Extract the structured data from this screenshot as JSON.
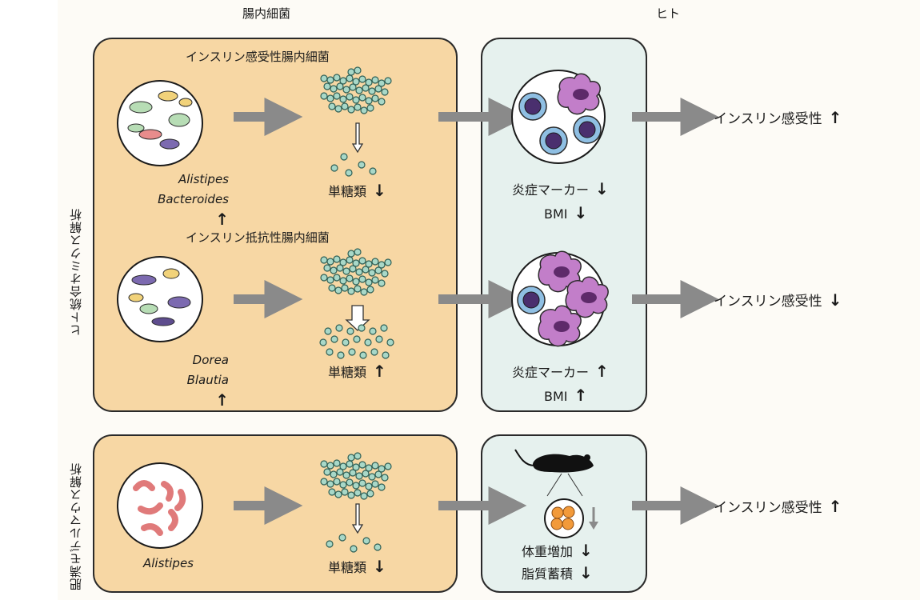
{
  "headers": {
    "gut_bacteria": "腸内細菌",
    "human": "ヒト"
  },
  "side_labels": {
    "human_omics": "ヒト統合オミクス解析",
    "mouse_model": "肥満モデルマウス解析"
  },
  "rows": [
    {
      "subtitle": "インスリン感受性腸内細菌",
      "taxa": [
        "Alistipes",
        "Bacteroides"
      ],
      "taxa_trend": "up",
      "monosaccharide": "単糖類",
      "monosaccharide_trend": "down",
      "markers": [
        {
          "text": "炎症マーカー",
          "trend": "down"
        },
        {
          "text": "BMI",
          "trend": "down"
        }
      ],
      "outcome": {
        "text": "インスリン感受性",
        "trend": "up"
      }
    },
    {
      "subtitle": "インスリン抵抗性腸内細菌",
      "taxa": [
        "Dorea",
        "Blautia"
      ],
      "taxa_trend": "up",
      "monosaccharide": "単糖類",
      "monosaccharide_trend": "up",
      "markers": [
        {
          "text": "炎症マーカー",
          "trend": "up"
        },
        {
          "text": "BMI",
          "trend": "up"
        }
      ],
      "outcome": {
        "text": "インスリン感受性",
        "trend": "down"
      }
    },
    {
      "taxa": [
        "Alistipes"
      ],
      "monosaccharide": "単糖類",
      "monosaccharide_trend": "down",
      "markers": [
        {
          "text": "体重増加",
          "trend": "down"
        },
        {
          "text": "脂質蓄積",
          "trend": "down"
        }
      ],
      "outcome": {
        "text": "インスリン感受性",
        "trend": "up"
      }
    }
  ],
  "colors": {
    "orange_panel": "#f7d7a4",
    "blue_panel": "#e6f1ee",
    "arrow_gray": "#8a8a8a",
    "polysaccharide_bead": "#a8d8c8",
    "immune_cell_blue": "#8fbfe3",
    "macrophage_purple": "#c27ec9",
    "fat_orange": "#f29a3a"
  }
}
